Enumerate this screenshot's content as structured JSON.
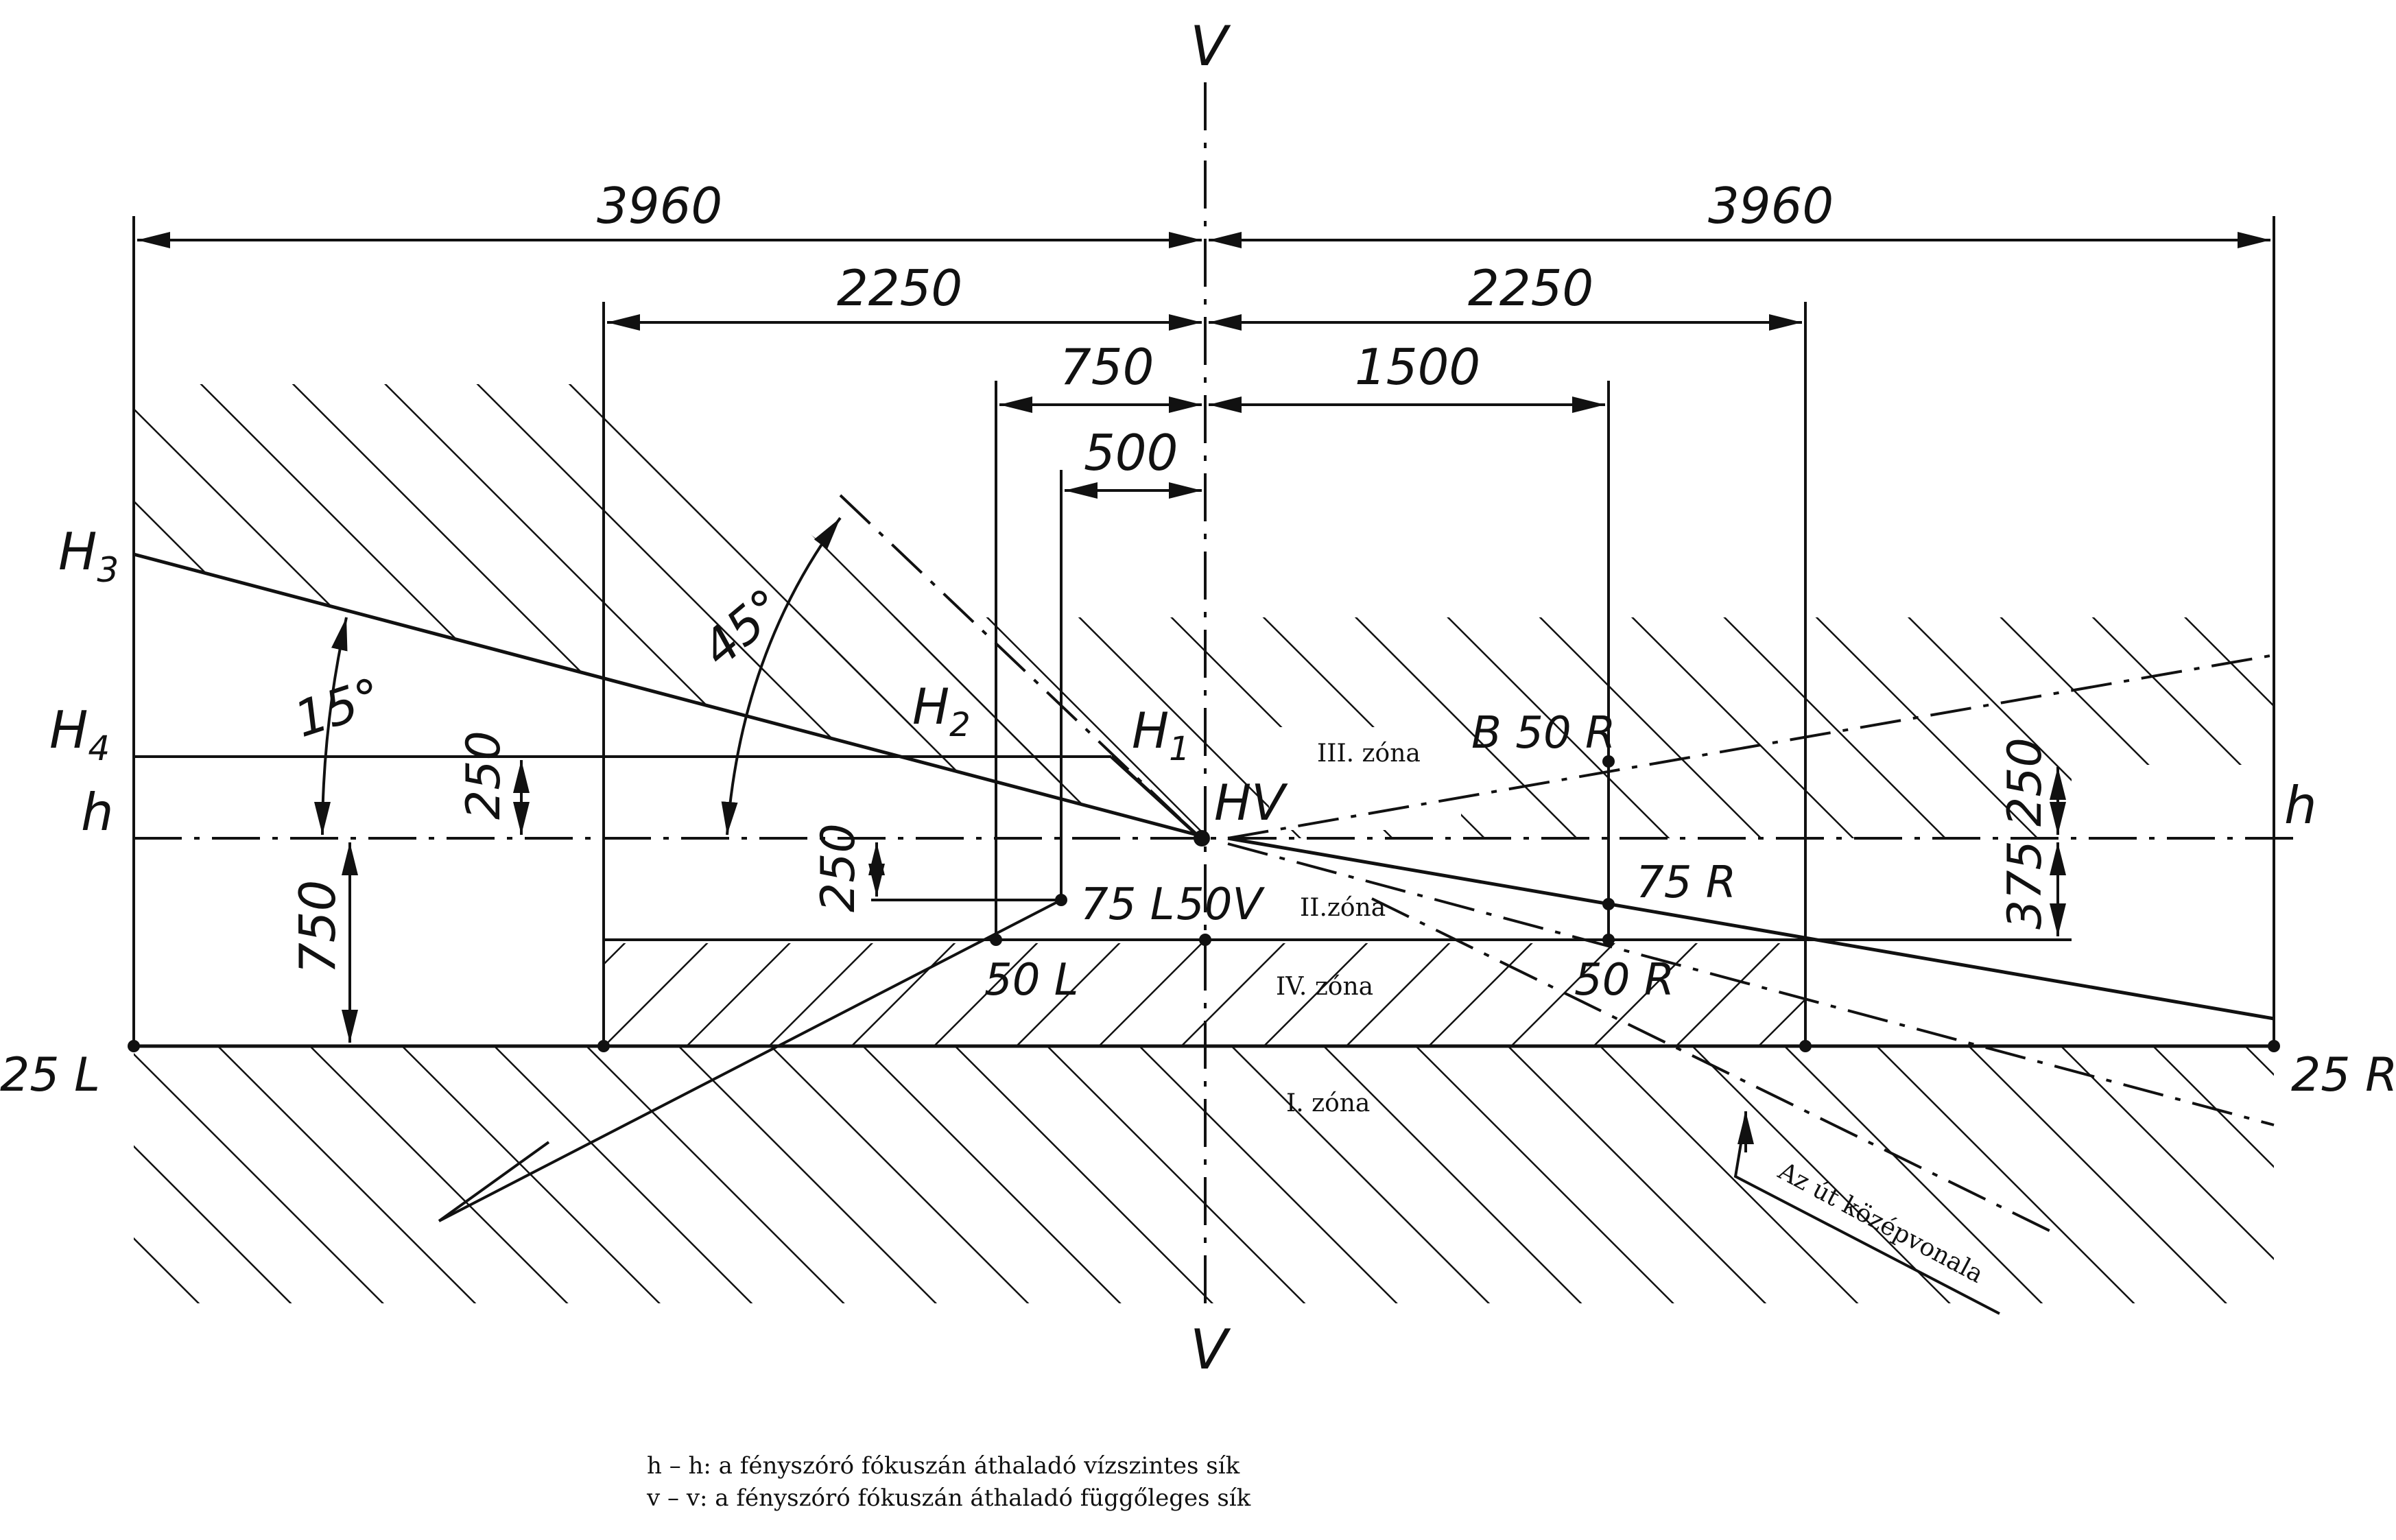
{
  "axes": {
    "v_top": "V",
    "v_bottom": "V",
    "h_left": "h",
    "h_right": "h"
  },
  "dimensions": {
    "left_3960": "3960",
    "right_3960": "3960",
    "left_2250": "2250",
    "right_2250": "2250",
    "d_750": "750",
    "d_1500": "1500",
    "d_500": "500",
    "v_250_left": "250",
    "v_750_left": "750",
    "v_250_mid": "250",
    "v_250_right": "250",
    "v_375_right": "375"
  },
  "angles": {
    "a_15": "15°",
    "a_45": "45°"
  },
  "points": {
    "H3": "H",
    "H3_sub": "3",
    "H4": "H",
    "H4_sub": "4",
    "H2": "H",
    "H2_sub": "2",
    "H1": "H",
    "H1_sub": "1",
    "HV": "HV",
    "B50R": "B 50 R",
    "p75L": "75 L",
    "p50V": "50V",
    "p75R": "75 R",
    "p50L": "50 L",
    "p50R": "50 R",
    "p25L": "25 L",
    "p25R": "25 R"
  },
  "zones": {
    "z3": "III. zóna",
    "z2": "II.zóna",
    "z4": "IV. zóna",
    "z1": "I. zóna"
  },
  "road_centerline": "Az út középvonala",
  "captions": {
    "line1": "h – h: a fényszóró fókuszán áthaladó vízszintes sík",
    "line2": "v – v: a fényszóró fókuszán áthaladó függőleges sík"
  },
  "colors": {
    "ink": "#111111",
    "paper": "#ffffff"
  }
}
